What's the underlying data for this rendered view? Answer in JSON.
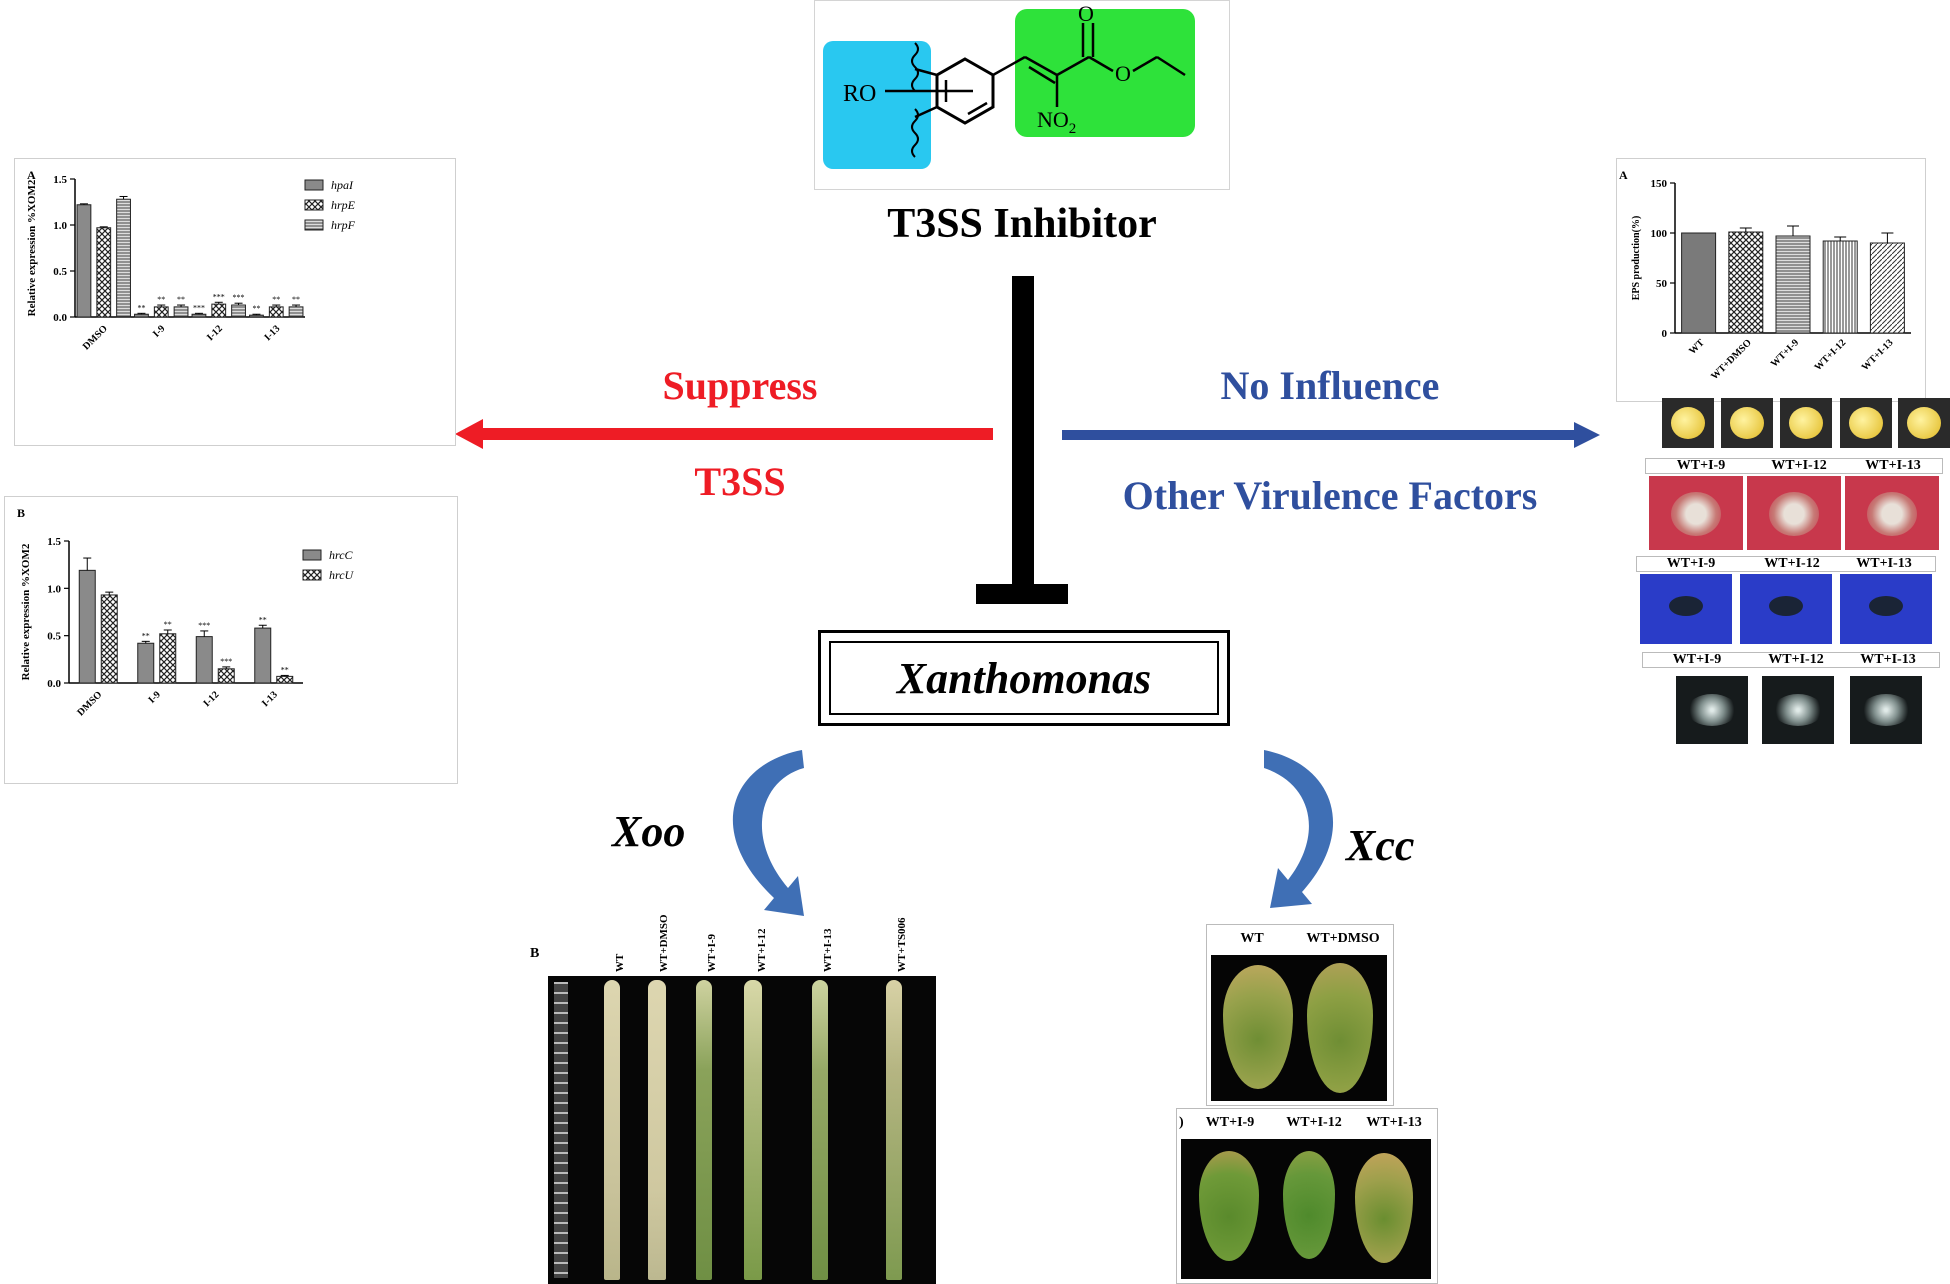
{
  "structure": {
    "ro_label": "RO",
    "no2_label": "NO",
    "no2_sub": "2"
  },
  "center": {
    "inhibitor_label": "T3SS Inhibitor",
    "genus_label": "Xanthomonas"
  },
  "left_arrow": {
    "top": "Suppress",
    "bottom": "T3SS",
    "color": "#ee1c25"
  },
  "right_arrow": {
    "top": "No Influence",
    "bottom": "Other Virulence Factors",
    "color": "#2f4f9e"
  },
  "xoo_label": "Xoo",
  "xcc_label": "Xcc",
  "colors": {
    "cyan_box": "#29c8f0",
    "green_box": "#2ee23a",
    "swoosh": "#3f6fb5"
  },
  "chart_data": [
    {
      "type": "bar",
      "panel_letter": "A",
      "ylabel": "Relative expression %XOM2",
      "ylim": [
        0,
        1.5
      ],
      "yticks": [
        "1.5",
        "1.0",
        "0.5",
        "0.0"
      ],
      "categories": [
        "DMSO",
        "I-9",
        "I-12",
        "I-13"
      ],
      "series": [
        {
          "name": "hpaI",
          "values": [
            1.22,
            0.03,
            0.03,
            0.02
          ],
          "err": [
            0.01,
            0.01,
            0.01,
            0.01
          ],
          "sig": [
            "",
            "**",
            "***",
            "**"
          ]
        },
        {
          "name": "hrpE",
          "values": [
            0.97,
            0.11,
            0.14,
            0.11
          ],
          "err": [
            0.01,
            0.02,
            0.02,
            0.02
          ],
          "sig": [
            "",
            "**",
            "***",
            "**"
          ]
        },
        {
          "name": "hrpF",
          "values": [
            1.28,
            0.11,
            0.13,
            0.11
          ],
          "err": [
            0.03,
            0.02,
            0.02,
            0.02
          ],
          "sig": [
            "",
            "**",
            "***",
            "**"
          ]
        }
      ]
    },
    {
      "type": "bar",
      "panel_letter": "B",
      "ylabel": "Relative expression %XOM2",
      "ylim": [
        0,
        1.5
      ],
      "yticks": [
        "1.5",
        "1.0",
        "0.5",
        "0.0"
      ],
      "categories": [
        "DMSO",
        "I-9",
        "I-12",
        "I-13"
      ],
      "series": [
        {
          "name": "hrcC",
          "values": [
            1.19,
            0.42,
            0.49,
            0.58
          ],
          "err": [
            0.13,
            0.02,
            0.06,
            0.03
          ],
          "sig": [
            "",
            "**",
            "***",
            "**"
          ]
        },
        {
          "name": "hrcU",
          "values": [
            0.93,
            0.52,
            0.15,
            0.07
          ],
          "err": [
            0.03,
            0.04,
            0.02,
            0.01
          ],
          "sig": [
            "",
            "**",
            "***",
            "**"
          ]
        }
      ]
    },
    {
      "type": "bar",
      "panel_letter": "A",
      "ylabel": "EPS production(%)",
      "ylim": [
        0,
        150
      ],
      "yticks": [
        "150",
        "100",
        "50",
        "0"
      ],
      "categories": [
        "WT",
        "WT+DMSO",
        "WT+I-9",
        "WT+I-12",
        "WT+I-13"
      ],
      "series": [
        {
          "name": "",
          "values": [
            100,
            101,
            97,
            92,
            90
          ],
          "err": [
            0,
            4,
            10,
            4,
            10
          ]
        }
      ]
    }
  ],
  "right_panels": {
    "row2_labels": [
      "WT+I-9",
      "WT+I-12",
      "WT+I-13"
    ],
    "row3_labels": [
      "WT+I-9",
      "WT+I-12",
      "WT+I-13"
    ],
    "row4_labels": [
      "WT+I-9",
      "WT+I-12",
      "WT+I-13"
    ]
  },
  "xoo_panel": {
    "panel_letter": "B",
    "labels": [
      "WT",
      "WT+DMSO",
      "WT+I-9",
      "WT+I-12",
      "WT+I-13",
      "WT+TS006"
    ]
  },
  "xcc_panel": {
    "top_labels": [
      "WT",
      "WT+DMSO"
    ],
    "bottom_labels": [
      "WT+I-9",
      "WT+I-12",
      "WT+I-13"
    ],
    "bottom_edge_glyph": ")"
  }
}
